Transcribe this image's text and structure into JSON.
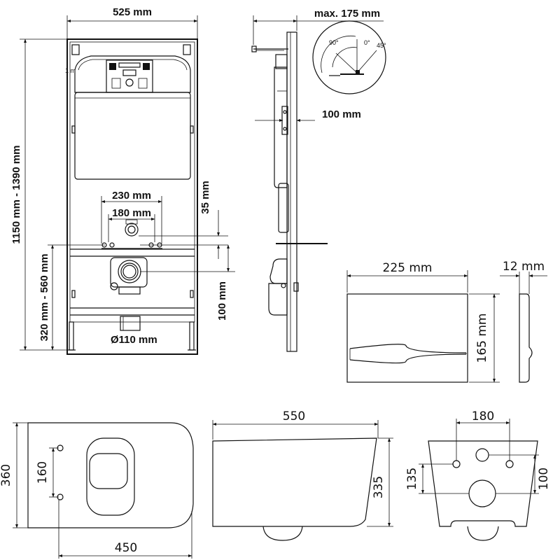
{
  "frame_front": {
    "width_label": "525 mm",
    "height_label": "1150 mm - 1390 mm",
    "spacing_230_label": "230 mm",
    "spacing_180_label": "180 mm",
    "gap_35_label": "35 mm",
    "drain_height_label": "320 mm - 560 mm",
    "offset_100_label": "100 mm",
    "diameter_label": "Ø110 mm",
    "small_mark": "1 m"
  },
  "frame_side": {
    "depth_label": "max. 175 mm",
    "offset_label": "100 mm",
    "angle_90": "90°",
    "angle_0": "0°",
    "angle_45": "45°"
  },
  "flush_plate": {
    "width_label": "225 mm",
    "height_label": "165 mm",
    "thickness_label": "12 mm"
  },
  "toilet_top": {
    "depth_label": "360",
    "holes_label": "160",
    "length_label": "450"
  },
  "toilet_side": {
    "length_label": "550",
    "height_label": "335"
  },
  "toilet_back": {
    "width_label": "180",
    "left_height_label": "135",
    "right_height_label": "100"
  }
}
